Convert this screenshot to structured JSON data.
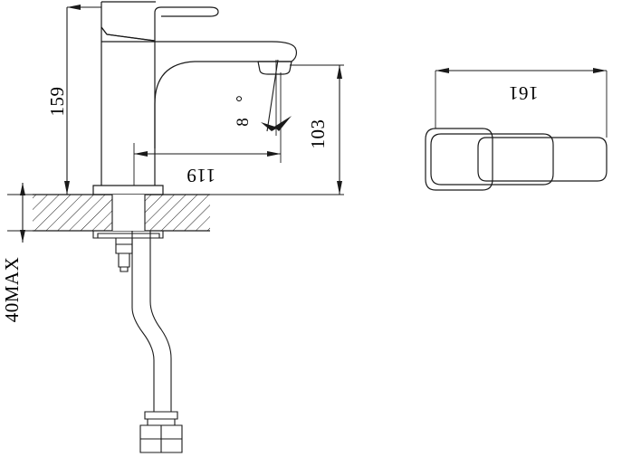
{
  "drawing": {
    "background_color": "#ffffff",
    "line_color": "#1a1a1a",
    "hatch_color": "#1a1a1a",
    "views": {
      "side_elevation": {
        "name": "side-elevation-view",
        "description": "Basin mixer faucet side elevation with countertop section"
      },
      "top_view": {
        "name": "top-view",
        "description": "Faucet top view outline"
      }
    }
  },
  "dimensions": {
    "height_overall": {
      "label": "159",
      "orientation": "vertical",
      "text_rotation": -90
    },
    "spout_reach": {
      "label": "119",
      "orientation": "horizontal",
      "text_rotation": 180
    },
    "spout_height": {
      "label": "103",
      "orientation": "vertical",
      "text_rotation": -90
    },
    "aerator_angle": {
      "label": "8",
      "symbol": "°",
      "orientation": "angular",
      "text_rotation": -90
    },
    "counter_thickness": {
      "label": "40MAX",
      "orientation": "vertical",
      "text_rotation": -90
    },
    "top_view_length": {
      "label": "161",
      "orientation": "horizontal",
      "text_rotation": 180
    }
  }
}
